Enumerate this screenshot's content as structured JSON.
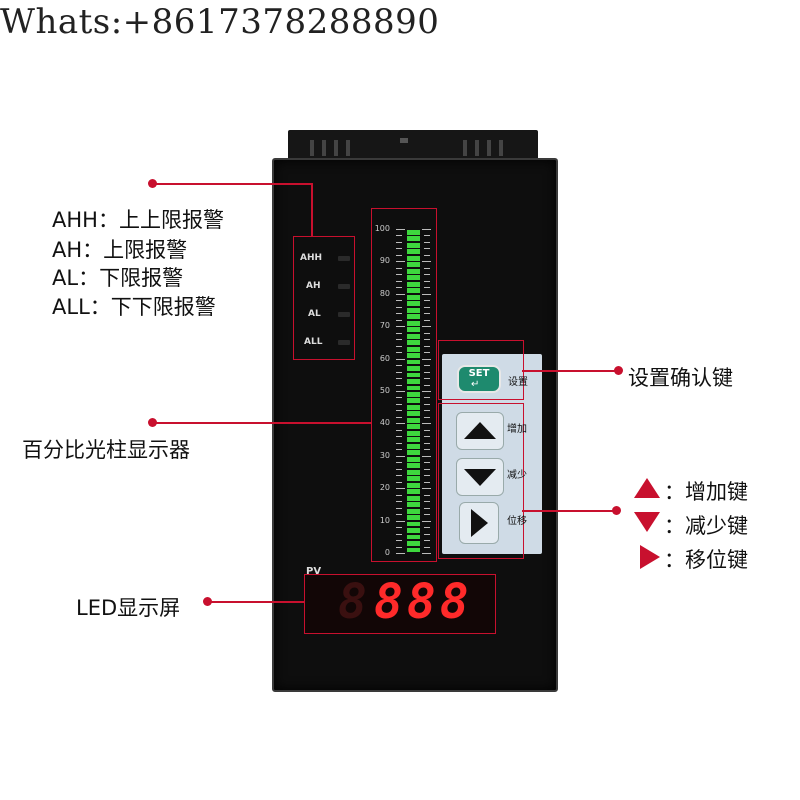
{
  "watermark": "Whats:+8617378288890",
  "alarm_legend": {
    "lines": [
      "AHH：上上限报警",
      "AH：上限报警",
      "AL：下限报警",
      "ALL：下下限报警"
    ]
  },
  "bar_label": "百分比光柱显示器",
  "led_label": "LED显示屏",
  "set_key_label": "设置确认键",
  "key_legend": {
    "up": "：增加键",
    "down": "：减少键",
    "right": "：移位键"
  },
  "device": {
    "alarm_indicators": [
      "AHH",
      "AH",
      "AL",
      "ALL"
    ],
    "scale_ticks": [
      "100",
      "90",
      "80",
      "70",
      "60",
      "50",
      "40",
      "30",
      "20",
      "10",
      "0"
    ],
    "bargraph_level_percent": 100,
    "keypad": {
      "set_text": "SET",
      "set_label": "设置",
      "up_label": "增加",
      "down_label": "减少",
      "shift_label": "位移"
    },
    "pv_label": "PV",
    "display_value": "888"
  },
  "colors": {
    "annotation_red": "#c8102e",
    "bargraph_green": "#3ed83e",
    "led_red": "#ff2a2a",
    "set_key_teal": "#1e8a6e"
  }
}
